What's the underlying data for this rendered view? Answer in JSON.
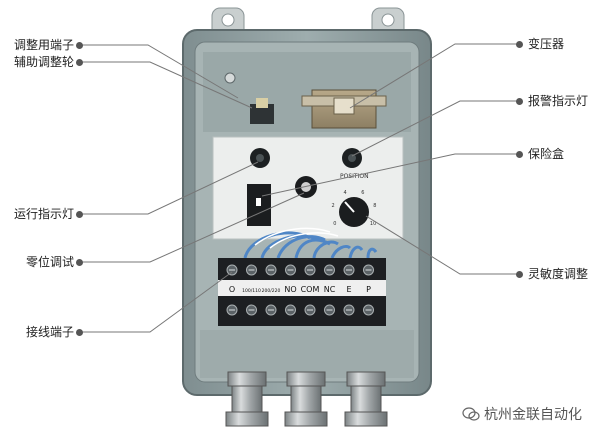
{
  "labels_left": [
    {
      "key": "adjust_terminal",
      "text": "调整用端子"
    },
    {
      "key": "aux_wheel",
      "text": "辅助调整轮"
    },
    {
      "key": "run_indicator",
      "text": "运行指示灯"
    },
    {
      "key": "zero_test",
      "text": "零位调试"
    },
    {
      "key": "terminal_block",
      "text": "接线端子"
    }
  ],
  "labels_right": [
    {
      "key": "transformer",
      "text": "变压器"
    },
    {
      "key": "alarm_indicator",
      "text": "报警指示灯"
    },
    {
      "key": "fuse_box",
      "text": "保险盒"
    },
    {
      "key": "sensitivity",
      "text": "灵敏度调整"
    }
  ],
  "panel": {
    "position_label": "POSITION",
    "dial_numbers": [
      "0",
      "2",
      "4",
      "6",
      "8",
      "10"
    ]
  },
  "terminal_labels": [
    "O",
    "100/110",
    "200/220",
    "NO",
    "COM",
    "NC",
    "E",
    "P"
  ],
  "watermark": "杭州金联自动化",
  "colors": {
    "enclosure": "#8f9ea0",
    "enclosure_dark": "#6c7a7c",
    "panel": "#eceeed",
    "terminal_block": "#1d1f22",
    "wire": "#4f86c6",
    "callout_line": "#777777"
  }
}
